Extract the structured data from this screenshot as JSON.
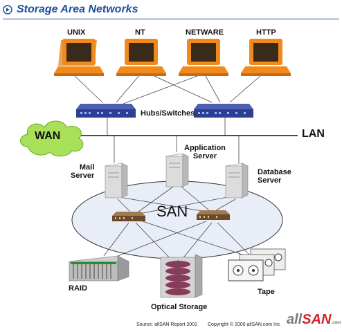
{
  "title": {
    "text": "Storage Area Networks",
    "icon": "circle-arrow-icon"
  },
  "clients": [
    {
      "label": "UNIX"
    },
    {
      "label": "NT"
    },
    {
      "label": "NETWARE"
    },
    {
      "label": "HTTP"
    }
  ],
  "hubs_label": "Hubs/Switches",
  "wan_label": "WAN",
  "lan_label": "LAN",
  "servers": {
    "mail": "Mail\nServer",
    "application": "Application\nServer",
    "database": "Database\nServer"
  },
  "san_label": "SAN",
  "storage": {
    "raid": "RAID",
    "optical": "Optical Storage",
    "tape": "Tape"
  },
  "footer": {
    "source": "Source: allSAN Report 2001",
    "copyright": "Copyright © 2000 allSAN.com Inc",
    "brand_a": "all",
    "brand_b": "SAN",
    "brand_tm": ".com"
  },
  "colors": {
    "title": "#1f4f9a",
    "monitor": "#f08a1c",
    "switch": "#2d3f8f",
    "cloud": "#a8e05a",
    "san_ellipse": "#e8edf8",
    "brand_red": "#d2232a"
  }
}
